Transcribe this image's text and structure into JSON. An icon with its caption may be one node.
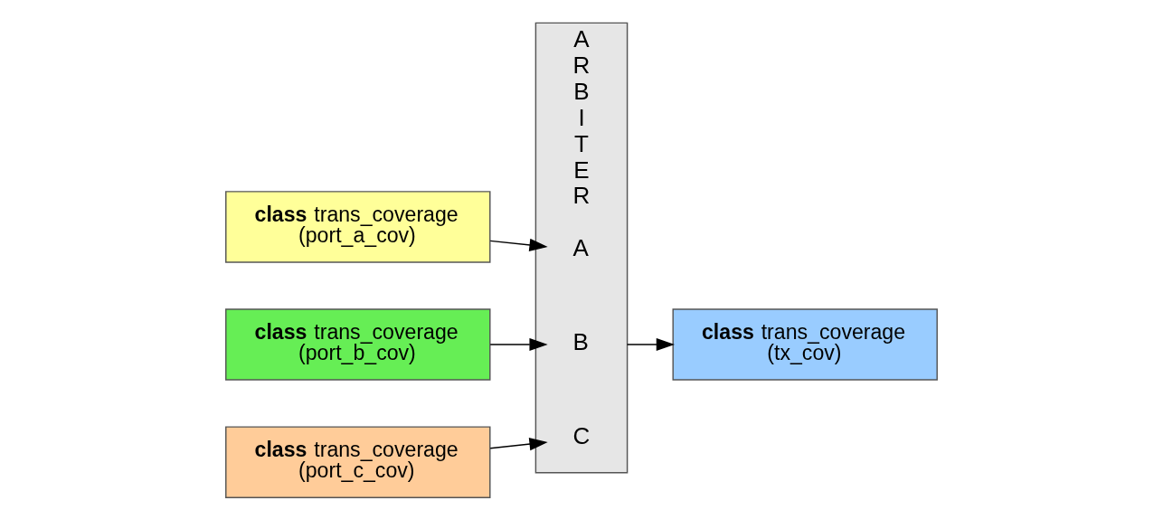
{
  "diagram": {
    "nodes": [
      {
        "text": [
          "**class** trans_coverage",
          "(port_a_cov)"
        ]
      },
      {
        "text": [
          "**class** trans_coverage",
          "(port_b_cov)"
        ]
      },
      {
        "text": [
          "**class** trans_coverage",
          "(port_c_cov)"
        ]
      },
      {
        "text": [
          "ARBITER"
        ]
      },
      {
        "text": [
          "A"
        ],
        "in": 3
      },
      {
        "text": [
          "B"
        ],
        "in": 3
      },
      {
        "text": [
          "C"
        ],
        "in": 3
      },
      {
        "text": [
          "**class** trans_coverage",
          "(tx_cov)"
        ]
      }
    ],
    "edges": [
      {
        "from": 0,
        "to": 4,
        "arrow": "to"
      },
      {
        "from": 1,
        "to": 5,
        "arrow": "to"
      },
      {
        "from": 2,
        "to": 6,
        "arrow": "to"
      },
      {
        "from": 3,
        "to": 7,
        "arrow": "to"
      }
    ]
  }
}
